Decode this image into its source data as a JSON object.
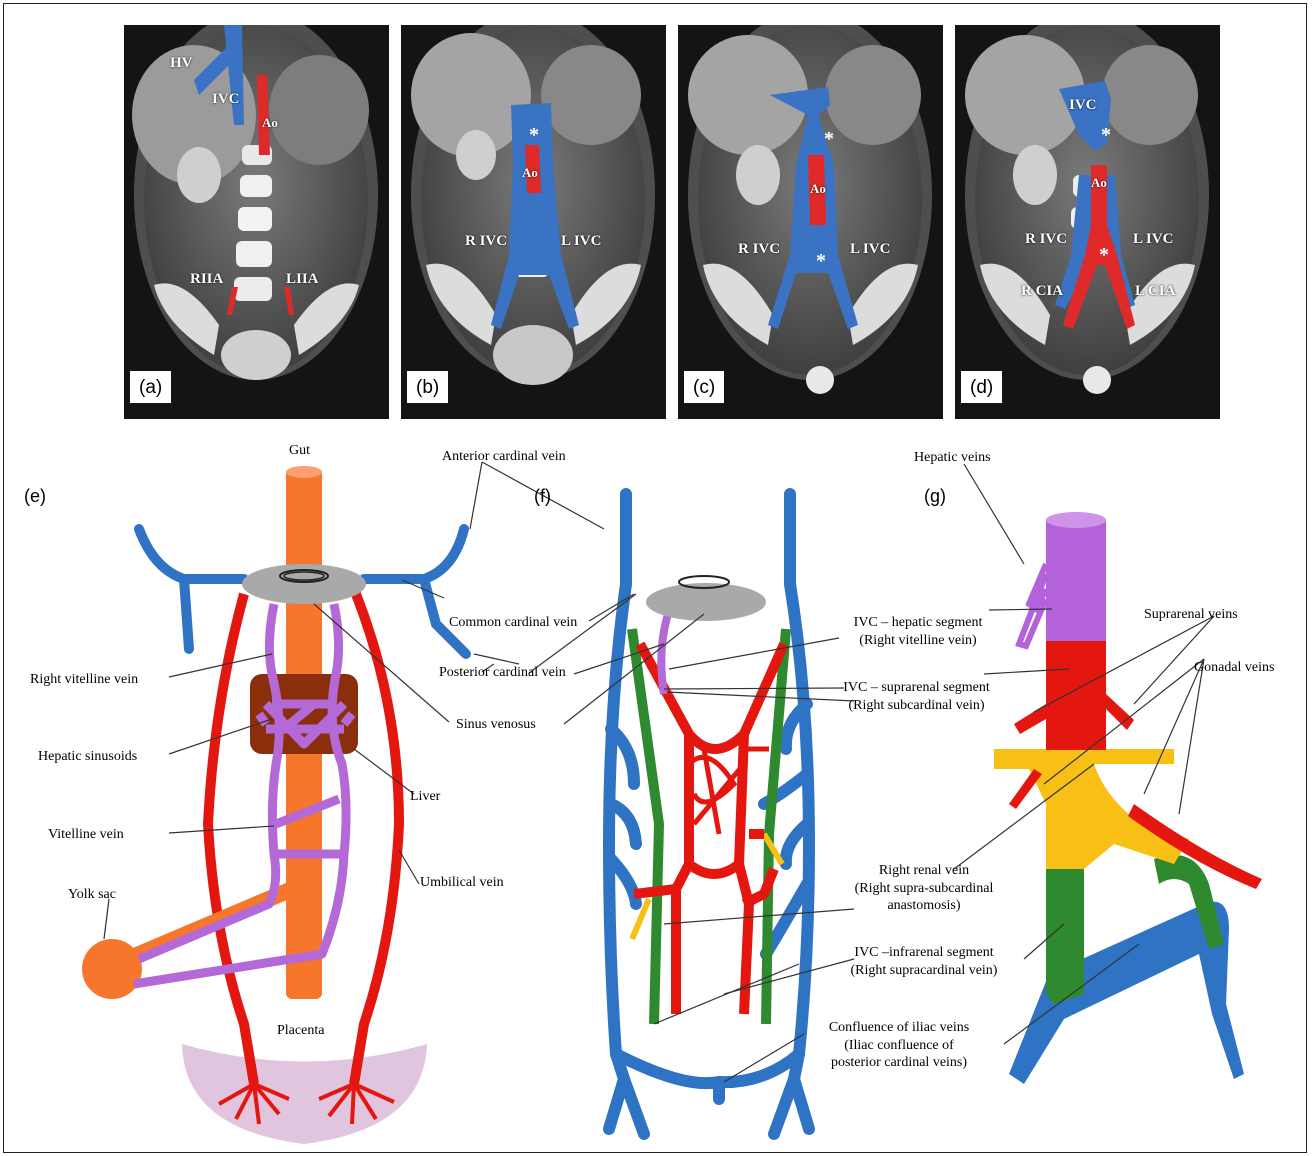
{
  "panels": {
    "a": "(a)",
    "b": "(b)",
    "c": "(c)",
    "d": "(d)",
    "e": "(e)",
    "f": "(f)",
    "g": "(g)"
  },
  "ct_labels": {
    "a": {
      "hv": "HV",
      "ivc": "IVC",
      "ao": "Ao",
      "riia": "RIIA",
      "liia": "LIIA"
    },
    "b": {
      "ao": "Ao",
      "rivc": "R IVC",
      "livc": "L IVC",
      "star": "*"
    },
    "c": {
      "ao": "Ao",
      "rivc": "R IVC",
      "livc": "L IVC",
      "star": "*"
    },
    "d": {
      "ivc": "IVC",
      "ao": "Ao",
      "rivc": "R IVC",
      "livc": "L IVC",
      "rcia": "R CIA",
      "lcia": "L CIA",
      "star": "*"
    }
  },
  "diagram_labels": {
    "gut": "Gut",
    "anterior_cardinal": "Anterior cardinal vein",
    "common_cardinal": "Common cardinal vein",
    "posterior_cardinal": "Posterior cardinal vein",
    "sinus_venosus": "Sinus venosus",
    "right_vitelline": "Right vitelline vein",
    "hepatic_sinusoids": "Hepatic sinusoids",
    "liver": "Liver",
    "vitelline_vein": "Vitelline vein",
    "umbilical_vein": "Umbilical vein",
    "yolk_sac": "Yolk sac",
    "placenta": "Placenta",
    "hepatic_veins": "Hepatic veins",
    "ivc_hepatic": "IVC – hepatic segment",
    "ivc_hepatic_sub": "(Right vitelline vein)",
    "suprarenal_veins": "Suprarenal veins",
    "gonadal_veins": "Gonadal veins",
    "ivc_suprarenal": "IVC – suprarenal segment",
    "ivc_suprarenal_sub": "(Right subcardinal vein)",
    "right_renal": "Right renal vein",
    "right_renal_sub1": "(Right supra-subcardinal",
    "right_renal_sub2": "anastomosis)",
    "ivc_infrarenal": "IVC –infrarenal segment",
    "ivc_infrarenal_sub": "(Right supracardinal vein)",
    "confluence": "Confluence of iliac veins",
    "confluence_sub1": "(Iliac confluence of",
    "confluence_sub2": "posterior cardinal veins)"
  },
  "colors": {
    "vein_blue": "#2f74c4",
    "artery_red": "#e3170f",
    "vitelline_purple": "#b46ad6",
    "gut_orange": "#f6762c",
    "liver_brown": "#8b2e0c",
    "supracardinal_green": "#2f8a2f",
    "anastomosis_yellow": "#f8bf15",
    "hepatic_violet": "#b461dc",
    "ct_bg": "#151515"
  }
}
